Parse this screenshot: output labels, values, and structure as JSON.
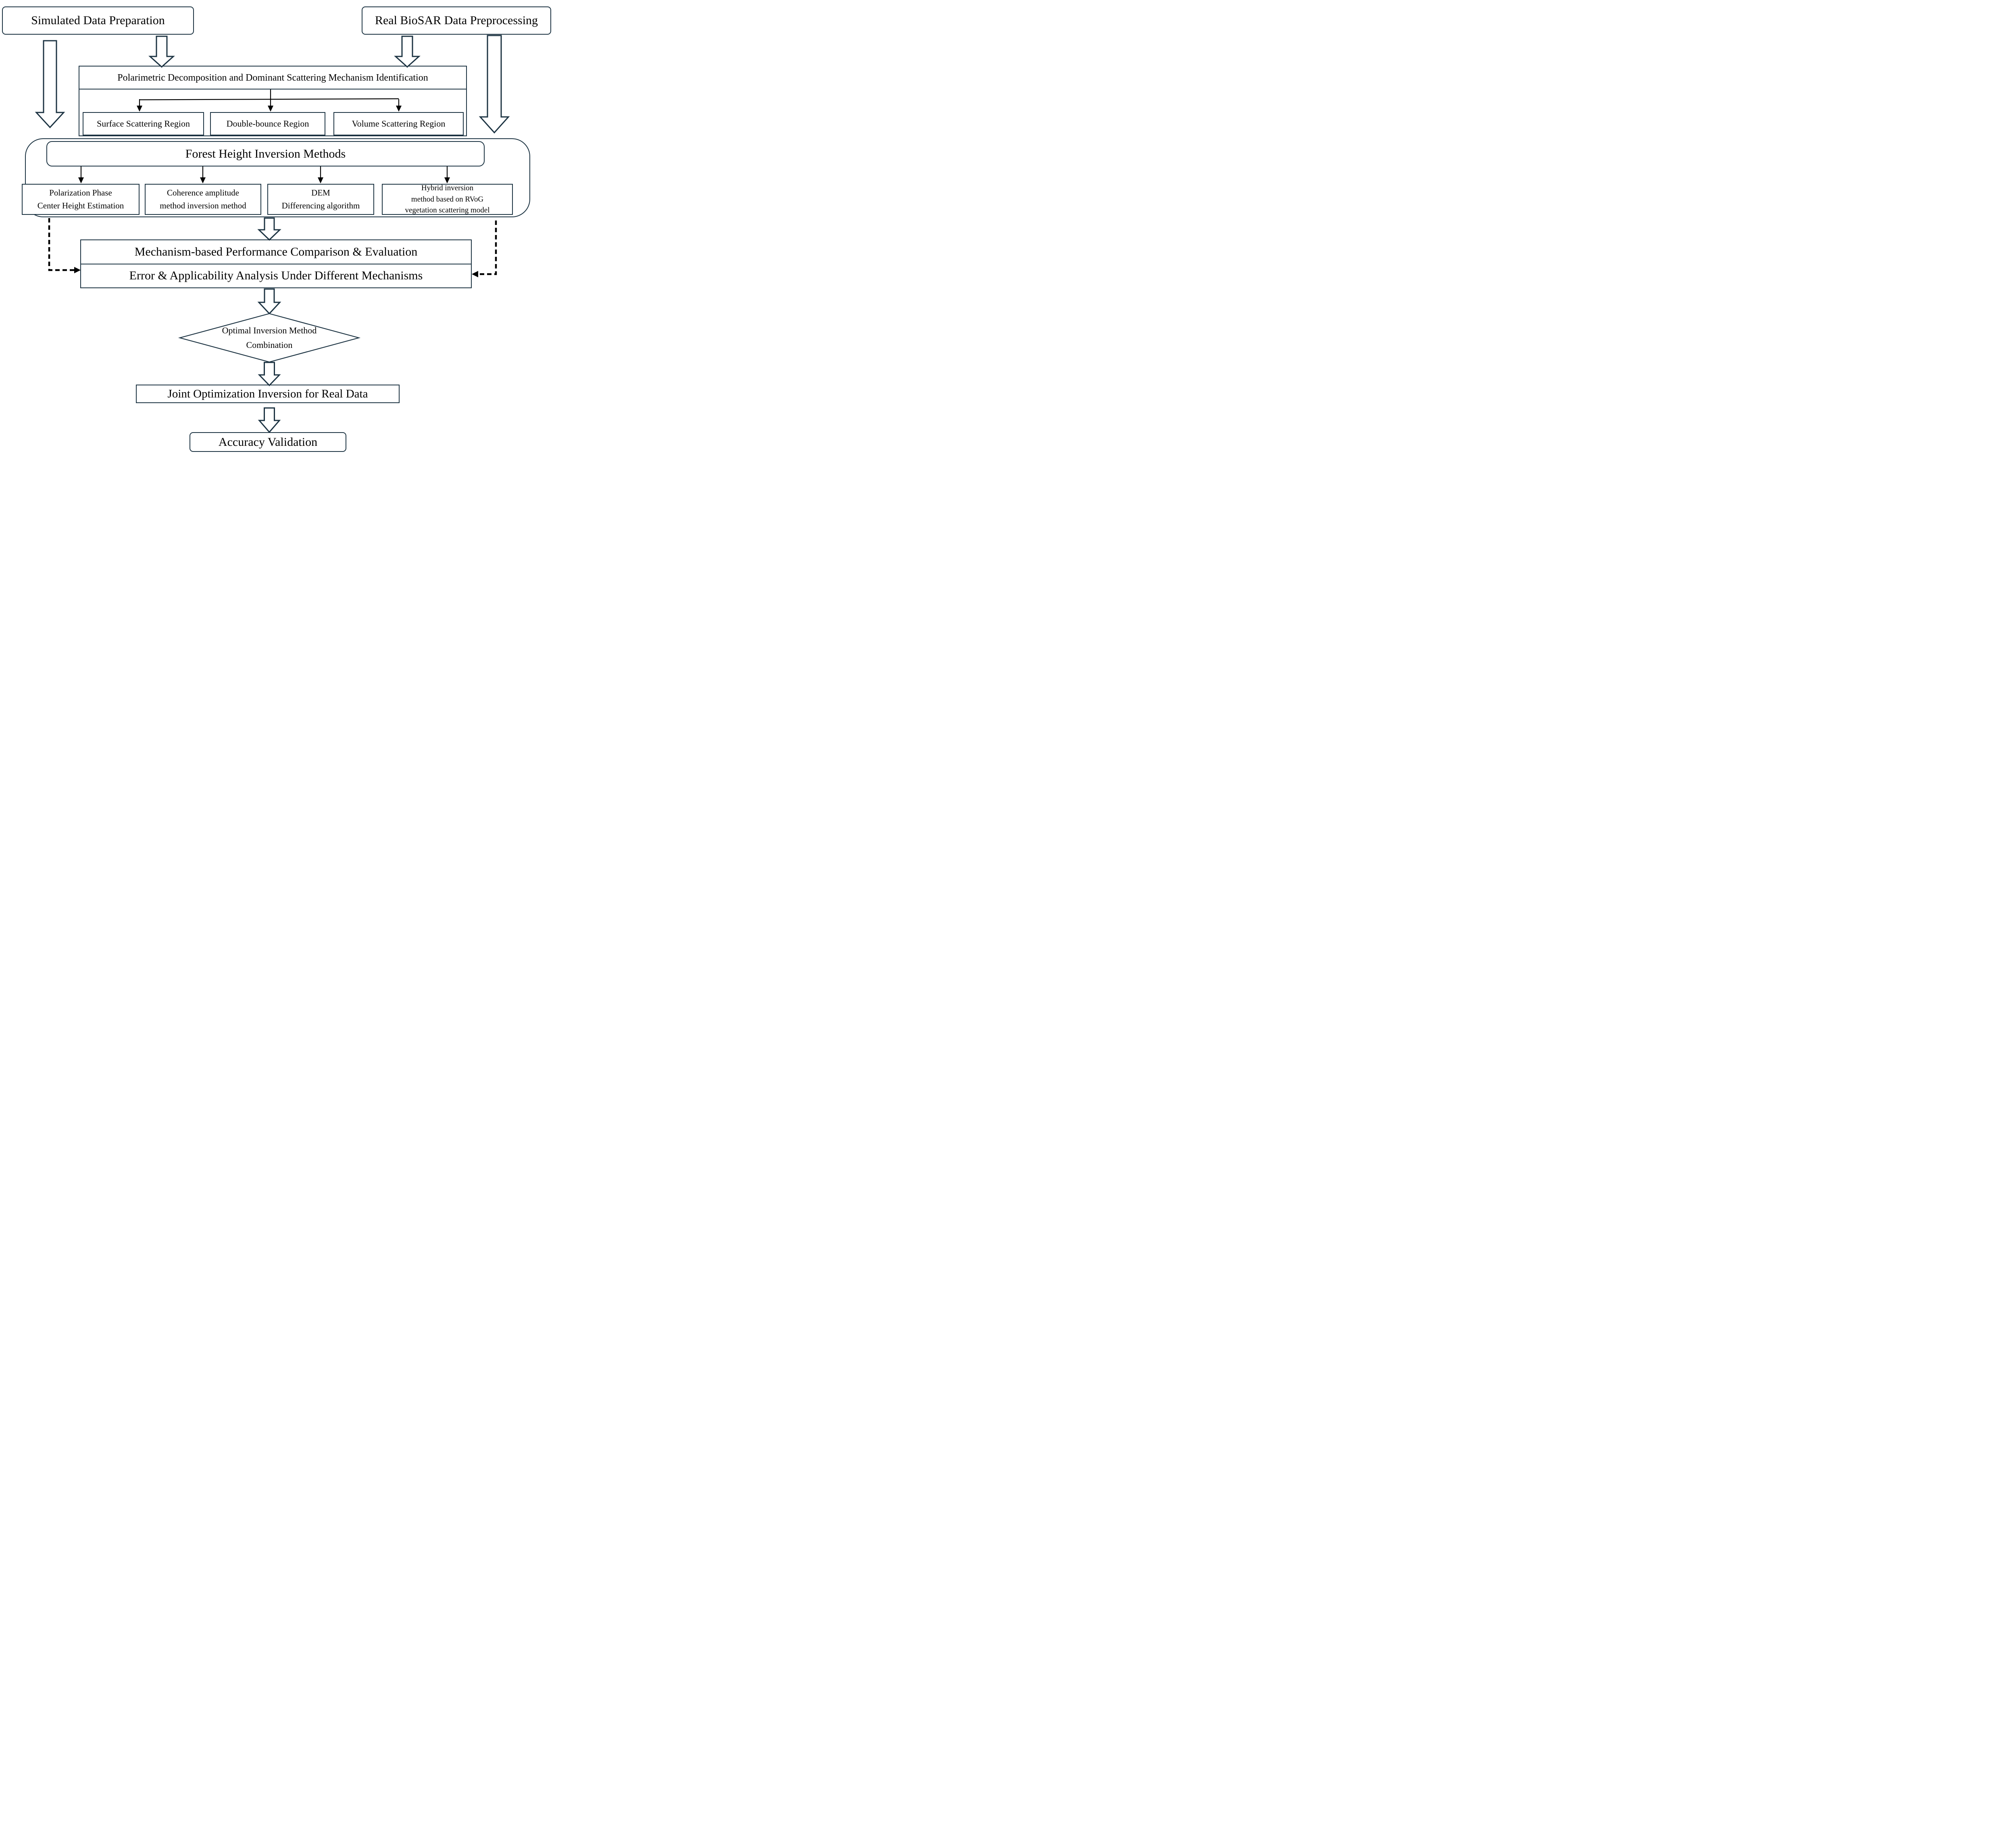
{
  "colors": {
    "line": "#1c3342",
    "connector": "#000000",
    "text": "#000000",
    "background": "#ffffff"
  },
  "nodes": {
    "simulated": {
      "label": "Simulated Data Preparation"
    },
    "biosar": {
      "label": "Real BioSAR Data Preprocessing"
    },
    "polarimetric": {
      "label": "Polarimetric Decomposition and Dominant Scattering Mechanism Identification"
    },
    "regions": [
      {
        "label": "Surface Scattering Region"
      },
      {
        "label": "Double-bounce Region"
      },
      {
        "label": "Volume Scattering Region"
      }
    ],
    "forest": {
      "label": "Forest Height Inversion Methods"
    },
    "methods": [
      {
        "lines": [
          "Polarization Phase",
          "Center Height Estimation"
        ]
      },
      {
        "lines": [
          "Coherence amplitude",
          "method inversion method"
        ]
      },
      {
        "lines": [
          "DEM",
          "Differencing algorithm"
        ]
      },
      {
        "lines": [
          "Hybrid inversion",
          "method based on RVoG",
          "vegetation scattering model"
        ]
      }
    ],
    "evaluation": {
      "line1": "Mechanism-based Performance Comparison & Evaluation",
      "line2": "Error & Applicability Analysis Under Different Mechanisms"
    },
    "decision": {
      "lines": [
        "Optimal Inversion Method",
        "Combination"
      ]
    },
    "joint": {
      "label": "Joint Optimization Inversion for Real Data"
    },
    "accuracy": {
      "label": "Accuracy Validation"
    }
  }
}
